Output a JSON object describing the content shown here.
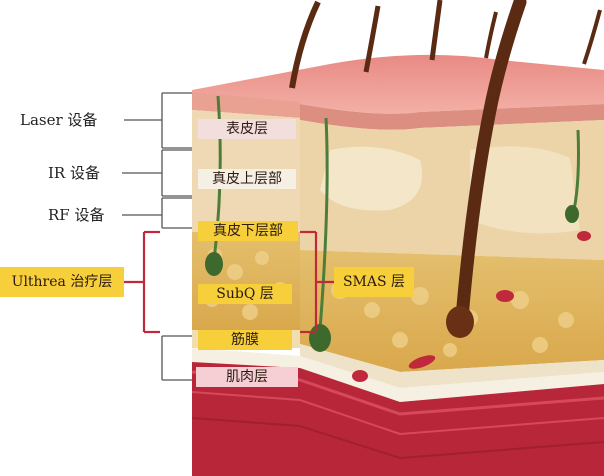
{
  "left_labels": {
    "laser": "Laser 设备",
    "ir": "IR 设备",
    "rf": "RF 设备",
    "ulthrea": "Ulthrea 治疗层"
  },
  "layer_tags": {
    "epidermis": "表皮层",
    "upper_dermis": "真皮上层部",
    "lower_dermis": "真皮下层部",
    "subq": "SubQ 层",
    "fascia": "筋膜",
    "muscle": "肌肉层"
  },
  "right_label": {
    "smas": "SMAS 层"
  },
  "colors": {
    "highlight": "#f7cf3b",
    "bracket_red": "#c0283c",
    "line_gray": "#555555"
  }
}
